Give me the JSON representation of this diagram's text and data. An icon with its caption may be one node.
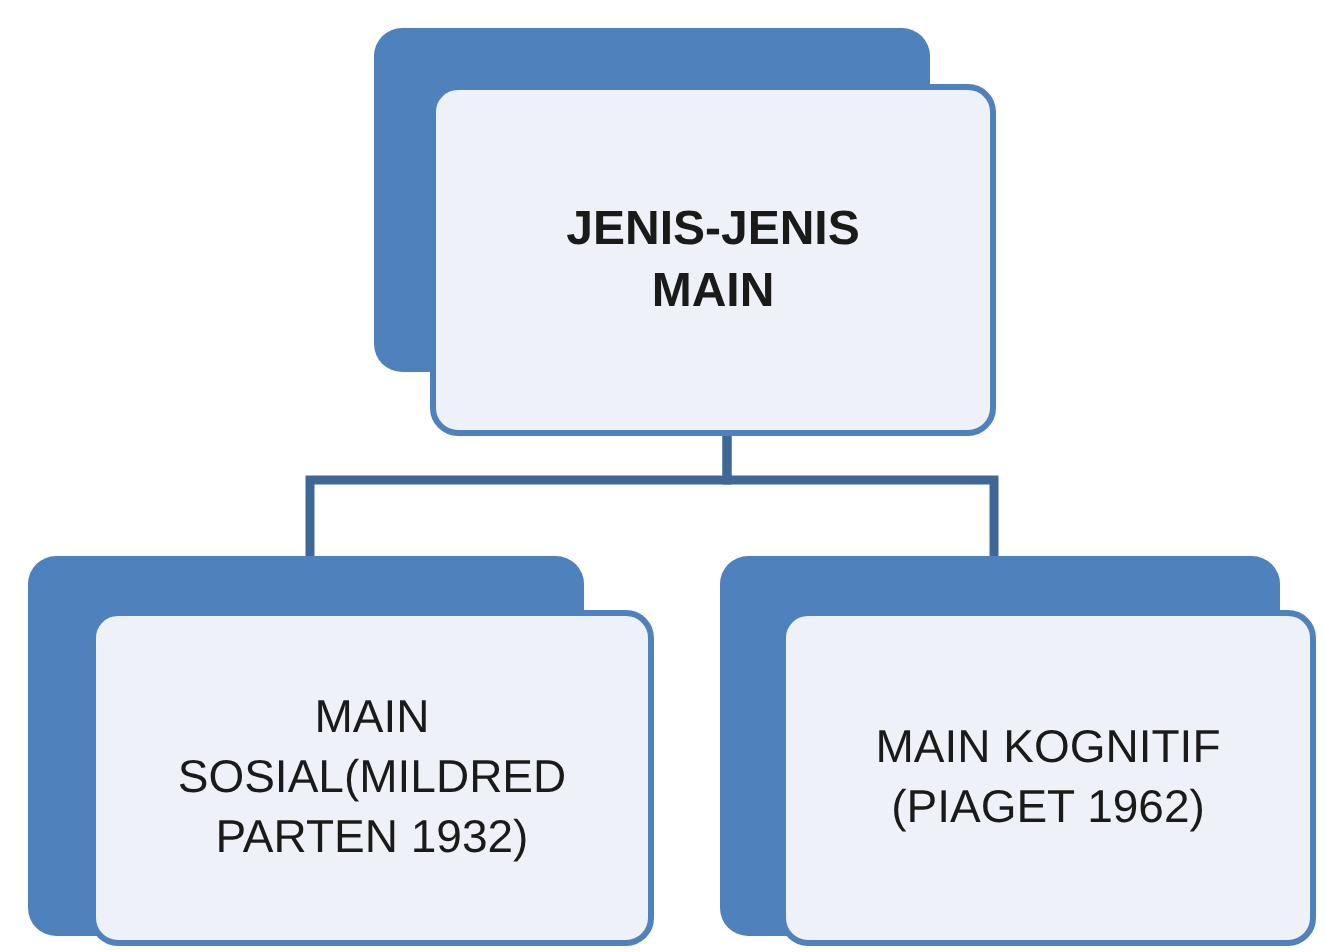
{
  "diagram": {
    "nodes": [
      {
        "text": [
          "JENIS-JENIS MAIN"
        ]
      },
      {
        "text": [
          "MAIN SOSIAL(MILDRED PARTEN 1932)"
        ]
      },
      {
        "text": [
          "MAIN KOGNITIF (PIAGET 1962)"
        ]
      }
    ],
    "edges": [
      {
        "from": 0,
        "to": 1,
        "arrow": "none"
      },
      {
        "from": 0,
        "to": 2,
        "arrow": "none"
      }
    ]
  }
}
